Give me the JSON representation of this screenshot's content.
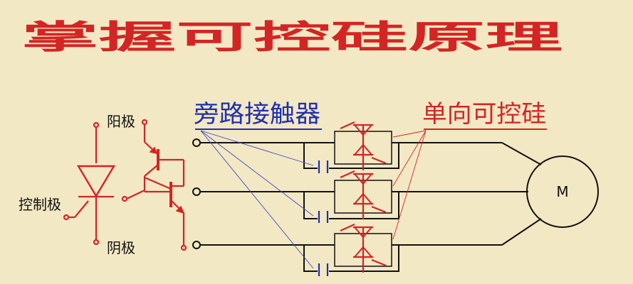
{
  "title": "掌握可控硅原理",
  "labels": {
    "anode": "阳极",
    "gate": "控制极",
    "cathode": "阴极",
    "bypass_contactor": "旁路接触器",
    "unidirectional_scr": "单向可控硅",
    "motor": "M"
  },
  "colors": {
    "background": "#f3e8c4",
    "title": "#d42424",
    "scr_symbol": "#d42424",
    "contactor_label": "#1f2fb0",
    "wires": "#111111"
  }
}
